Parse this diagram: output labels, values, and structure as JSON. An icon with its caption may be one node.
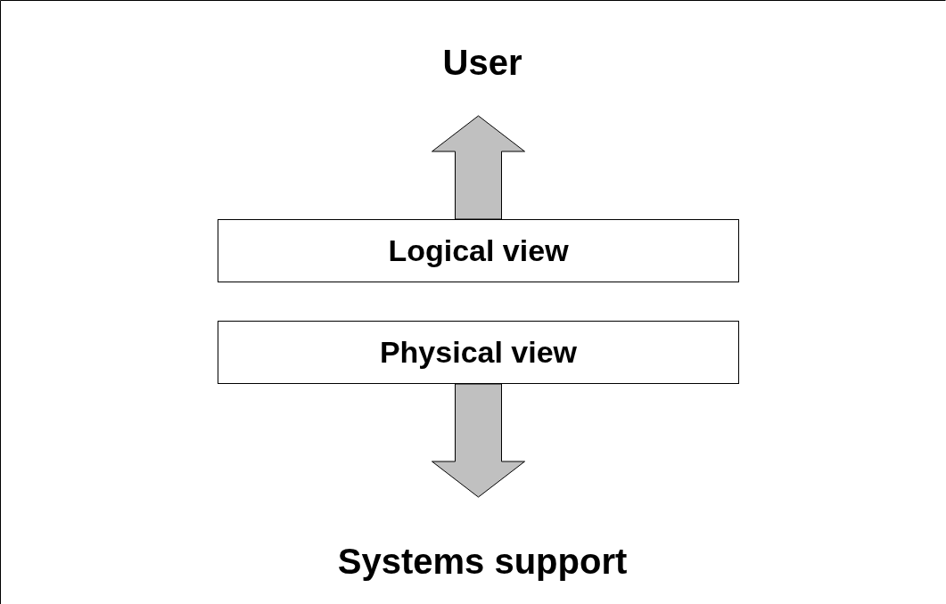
{
  "diagram": {
    "nodes": [
      {
        "text": [
          "User"
        ]
      },
      {
        "text": [
          "Logical view"
        ]
      },
      {
        "text": [
          "Physical view"
        ]
      },
      {
        "text": [
          "Systems support"
        ]
      }
    ],
    "edges": [
      {
        "from": 1,
        "to": 0,
        "arrow": "to"
      },
      {
        "from": 2,
        "to": 3,
        "arrow": "to"
      }
    ]
  }
}
